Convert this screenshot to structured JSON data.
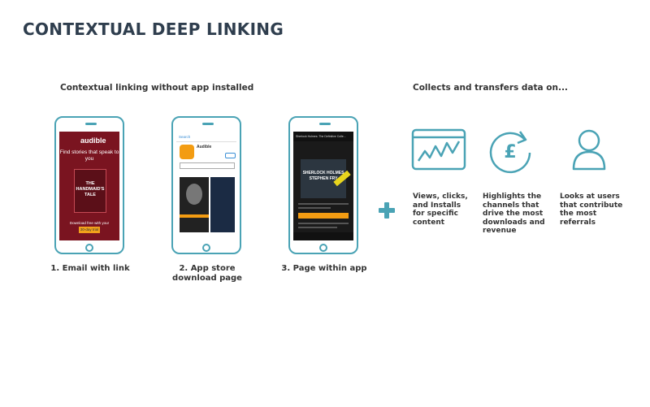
{
  "title": "CONTEXTUAL DEEP LINKING",
  "left_heading": "Contextual linking without app installed",
  "right_heading": "Collects and transfers data on...",
  "phones": [
    {
      "caption": "1. Email with link",
      "screen": {
        "brand": "audible",
        "tagline": "Find stories that speak to you",
        "book_title": "THE HANDMAID'S TALE",
        "download_text": "Download free with your",
        "button": "30-day trial"
      }
    },
    {
      "caption": "2. App store download page",
      "screen": {
        "back": "Search",
        "app_name": "Audible"
      }
    },
    {
      "caption": "3. Page within app",
      "screen": {
        "header": "Sherlock Holmes: The Definitive Colle...",
        "cover_title": "SHERLOCK HOLMES",
        "cover_author": "STEPHEN FRY"
      }
    }
  ],
  "features": [
    {
      "icon": "chart-icon",
      "text": "Views, clicks, and Installs for specific content"
    },
    {
      "icon": "pound-refresh-icon",
      "text": "Highlights the channels that drive the most downloads and revenue"
    },
    {
      "icon": "user-icon",
      "text": "Looks at users that contribute the most referrals"
    }
  ],
  "colors": {
    "accent": "#4aa3b5",
    "title": "#2f3e4e"
  }
}
